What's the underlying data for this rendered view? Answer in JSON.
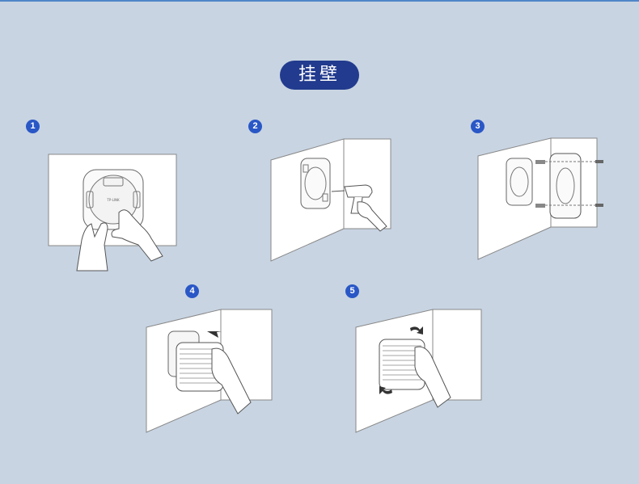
{
  "title": "挂壁",
  "steps": [
    {
      "number": "1"
    },
    {
      "number": "2"
    },
    {
      "number": "3"
    },
    {
      "number": "4"
    },
    {
      "number": "5"
    }
  ],
  "colors": {
    "background": "#c8d4e2",
    "pill": "#223b8e",
    "badge": "#2a57c6",
    "line": "#555555"
  }
}
